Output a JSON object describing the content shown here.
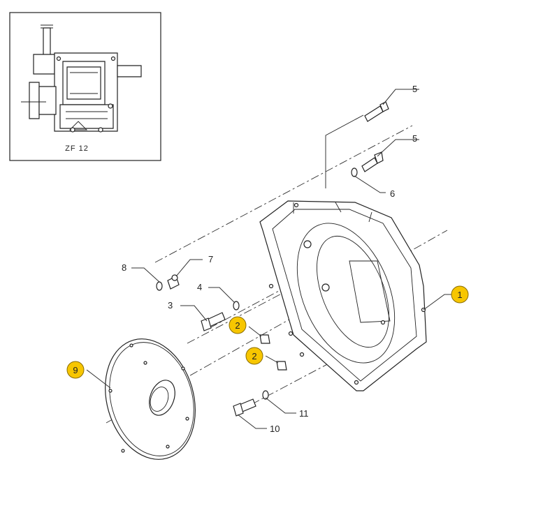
{
  "inset": {
    "caption": "ZF 12"
  },
  "callouts": {
    "c1": "1",
    "c2a": "2",
    "c2b": "2",
    "c3": "3",
    "c4": "4",
    "c5a": "5",
    "c5b": "5",
    "c6": "6",
    "c7": "7",
    "c8": "8",
    "c9": "9",
    "c10": "10",
    "c11": "11"
  },
  "colors": {
    "highlight_badge": "#f7c600",
    "line": "#222222"
  }
}
